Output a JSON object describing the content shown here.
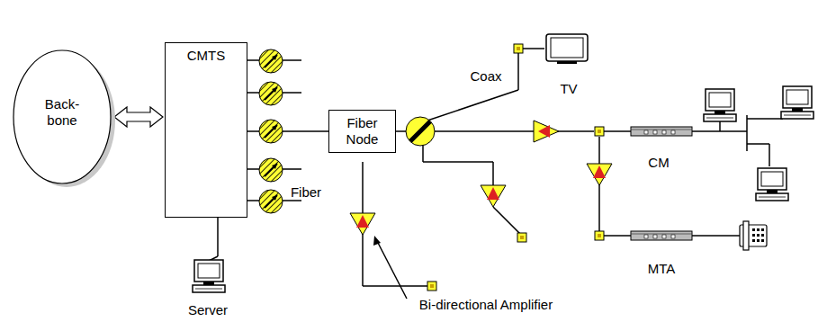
{
  "diagram": {
    "nodes": [
      {
        "text": [
          "Back- bone"
        ]
      },
      {
        "text": [
          "CMTS"
        ]
      },
      {
        "text": [
          "Fiber Node"
        ]
      }
    ],
    "edges": [
      {
        "from": 0,
        "to": 1,
        "arrow": "both"
      },
      {
        "from": 1,
        "to": 2,
        "arrow": "none"
      }
    ],
    "labels": [
      "Coax",
      "TV",
      "CM",
      "Fiber",
      "MTA",
      "Server",
      "Bi-directional Amplifier"
    ]
  }
}
